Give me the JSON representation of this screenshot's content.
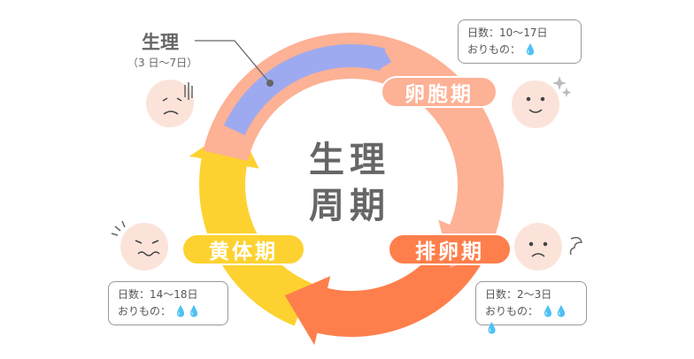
{
  "center_title": [
    "生理",
    "周期"
  ],
  "menstruation": {
    "label": "生理",
    "days": "（3 日〜7日）"
  },
  "phases": [
    {
      "name": "卵胞期",
      "color": "#fdb195",
      "days": "日数：10〜17日",
      "discharge_label": "おりもの：",
      "discharge": "💧",
      "drops": 1
    },
    {
      "name": "排卵期",
      "color": "#fe7f4c",
      "days": "日数：2〜3日",
      "discharge_label": "おりもの：",
      "discharge": "💧💧💧",
      "drops": 3
    },
    {
      "name": "黄体期",
      "color": "#fdd230",
      "days": "日数：14〜18日",
      "discharge_label": "おりもの：",
      "discharge": "💧💧",
      "drops": 2
    }
  ],
  "colors": {
    "menstruation_band": "#9eaaef",
    "text": "#555555"
  }
}
